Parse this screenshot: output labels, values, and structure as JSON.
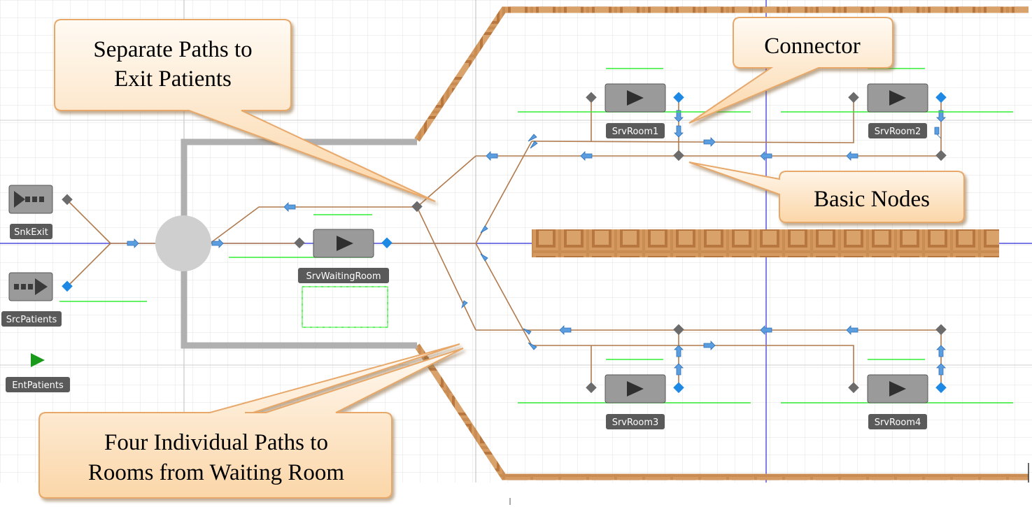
{
  "objects": {
    "snk_exit": "SnkExit",
    "src_patients": "SrcPatients",
    "ent_patients": "EntPatients",
    "srv_waiting_room": "SrvWaitingRoom",
    "srv_room1": "SrvRoom1",
    "srv_room2": "SrvRoom2",
    "srv_room3": "SrvRoom3",
    "srv_room4": "SrvRoom4"
  },
  "callouts": {
    "exit_paths": {
      "line1": "Separate Paths to",
      "line2": "Exit Patients"
    },
    "connector": {
      "text": "Connector"
    },
    "basic_nodes": {
      "text": "Basic Nodes"
    },
    "room_paths": {
      "line1": "Four Individual Paths to",
      "line2": "Rooms from Waiting Room"
    }
  },
  "colors": {
    "path": "#b07a4d",
    "node_basic": "#6b6b6b",
    "node_output": "#1e88e5",
    "wall": "#c88a4d",
    "grid": "#dcdcdc",
    "callout_fill": "#fde6cc",
    "label_bg": "#5a5a5a",
    "status_green": "#22dd22"
  }
}
